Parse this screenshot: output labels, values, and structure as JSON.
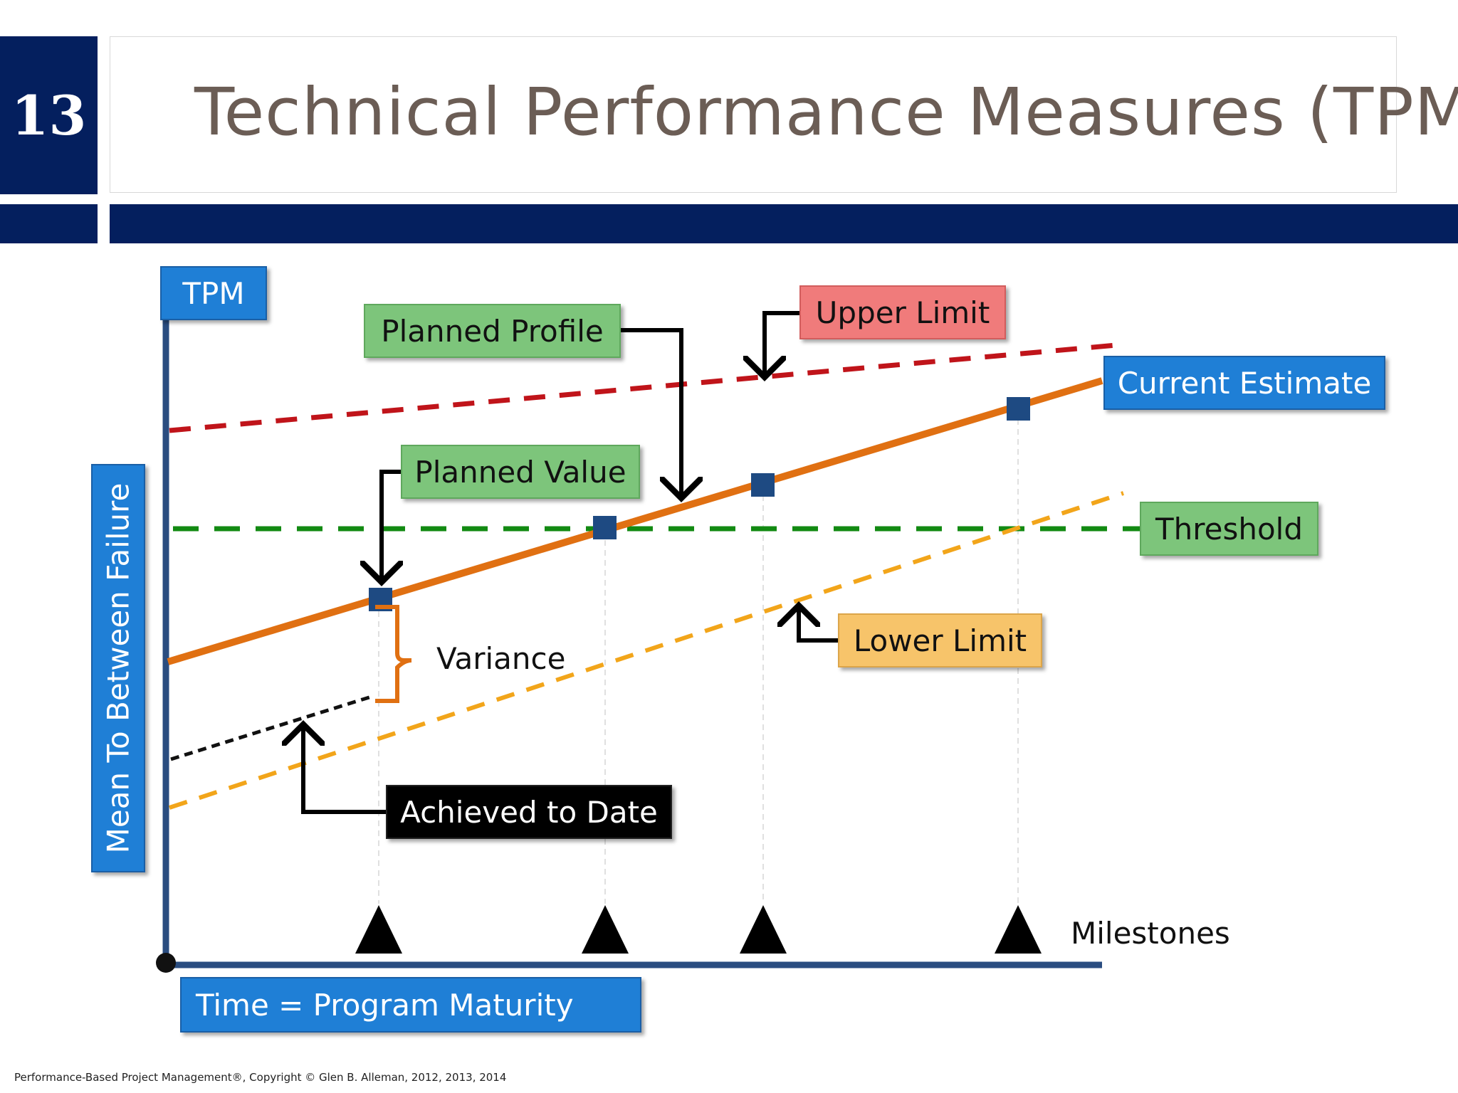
{
  "slide_number": "13",
  "title": "Technical Performance Measures (TPM)",
  "labels": {
    "y_axis_top": "TPM",
    "y_axis": "Mean To Between Failure",
    "x_axis": "Time = Program Maturity",
    "planned_profile": "Planned Profile",
    "upper_limit": "Upper Limit",
    "current_estimate": "Current Estimate",
    "planned_value": "Planned Value",
    "threshold": "Threshold",
    "variance": "Variance",
    "lower_limit": "Lower Limit",
    "achieved_to_date": "Achieved to Date",
    "milestones": "Milestones"
  },
  "footer": "Performance-Based Project Management®, Copyright © Glen B. Alleman, 2012, 2013, 2014",
  "colors": {
    "navy": "#041f5e",
    "axis": "#2a4d80",
    "planned_line": "#e07012",
    "upper_limit": "#c0141a",
    "threshold": "#128a12",
    "lower_limit": "#f2a51a",
    "marker": "#1e4a82"
  }
}
